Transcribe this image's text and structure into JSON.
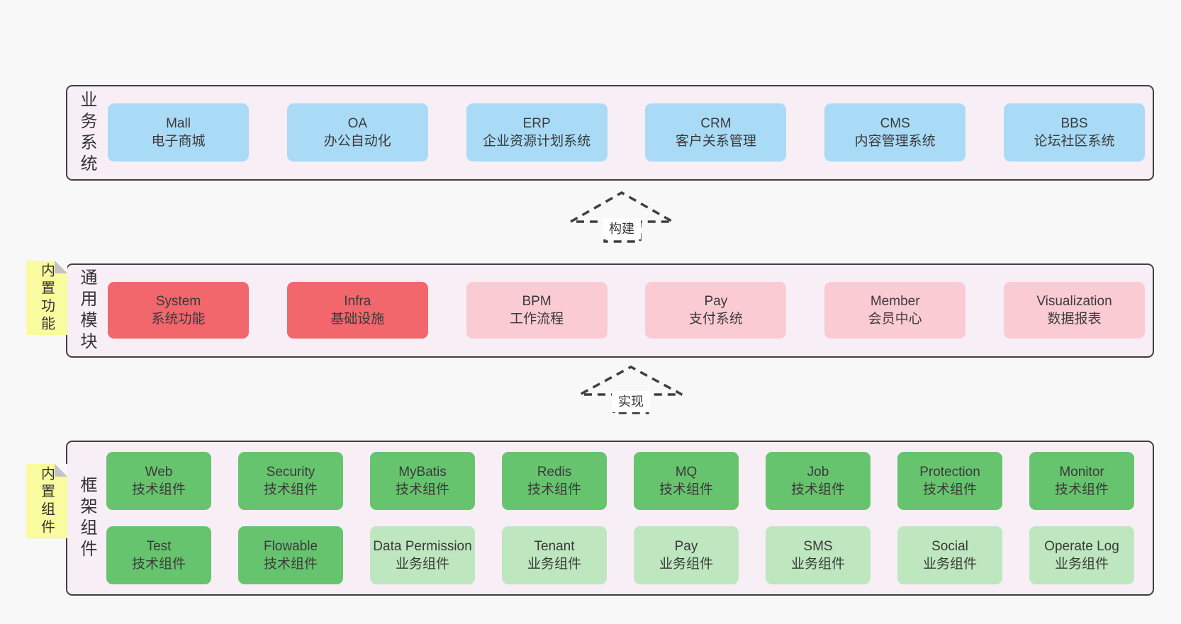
{
  "colors": {
    "page_bg": "#f8f8f8",
    "panel_bg": "#f8eef6",
    "panel_border": "#404040",
    "blue": "#a9dbf6",
    "red": "#f1676c",
    "pink": "#fbcbd3",
    "green": "#67c46e",
    "light_green": "#bee7bf",
    "note_yellow": "#fafa9e",
    "text": "#383838"
  },
  "arrows": [
    {
      "label": "构建"
    },
    {
      "label": "实现"
    }
  ],
  "notes": [
    {
      "label": "内置功能"
    },
    {
      "label": "内置组件"
    }
  ],
  "layers": [
    {
      "label": "业务系统",
      "boxes": [
        {
          "name": "Mall",
          "sub": "电子商城",
          "color": "blue"
        },
        {
          "name": "OA",
          "sub": "办公自动化",
          "color": "blue"
        },
        {
          "name": "ERP",
          "sub": "企业资源计划系统",
          "color": "blue"
        },
        {
          "name": "CRM",
          "sub": "客户关系管理",
          "color": "blue"
        },
        {
          "name": "CMS",
          "sub": "内容管理系统",
          "color": "blue"
        },
        {
          "name": "BBS",
          "sub": "论坛社区系统",
          "color": "blue"
        }
      ]
    },
    {
      "label": "通用模块",
      "boxes": [
        {
          "name": "System",
          "sub": "系统功能",
          "color": "red"
        },
        {
          "name": "Infra",
          "sub": "基础设施",
          "color": "red"
        },
        {
          "name": "BPM",
          "sub": "工作流程",
          "color": "pink"
        },
        {
          "name": "Pay",
          "sub": "支付系统",
          "color": "pink"
        },
        {
          "name": "Member",
          "sub": "会员中心",
          "color": "pink"
        },
        {
          "name": "Visualization",
          "sub": "数据报表",
          "color": "pink"
        }
      ]
    },
    {
      "label": "框架组件",
      "rows": [
        [
          {
            "name": "Web",
            "sub": "技术组件",
            "color": "green"
          },
          {
            "name": "Security",
            "sub": "技术组件",
            "color": "green"
          },
          {
            "name": "MyBatis",
            "sub": "技术组件",
            "color": "green"
          },
          {
            "name": "Redis",
            "sub": "技术组件",
            "color": "green"
          },
          {
            "name": "MQ",
            "sub": "技术组件",
            "color": "green"
          },
          {
            "name": "Job",
            "sub": "技术组件",
            "color": "green"
          },
          {
            "name": "Protection",
            "sub": "技术组件",
            "color": "green"
          },
          {
            "name": "Monitor",
            "sub": "技术组件",
            "color": "green"
          }
        ],
        [
          {
            "name": "Test",
            "sub": "技术组件",
            "color": "green"
          },
          {
            "name": "Flowable",
            "sub": "技术组件",
            "color": "green"
          },
          {
            "name": "Data Permission",
            "sub": "业务组件",
            "color": "lightgreen"
          },
          {
            "name": "Tenant",
            "sub": "业务组件",
            "color": "lightgreen"
          },
          {
            "name": "Pay",
            "sub": "业务组件",
            "color": "lightgreen"
          },
          {
            "name": "SMS",
            "sub": "业务组件",
            "color": "lightgreen"
          },
          {
            "name": "Social",
            "sub": "业务组件",
            "color": "lightgreen"
          },
          {
            "name": "Operate Log",
            "sub": "业务组件",
            "color": "lightgreen"
          }
        ]
      ]
    }
  ]
}
